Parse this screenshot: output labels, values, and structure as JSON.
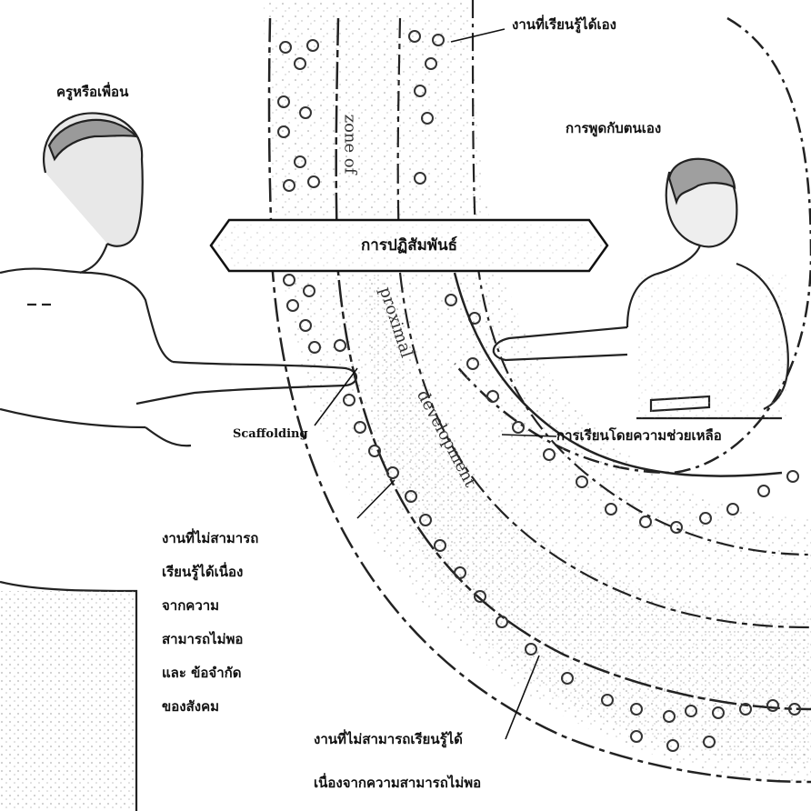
{
  "labels": {
    "teacher_or_peer": "ครูหรือเพื่อน",
    "independent_tasks": "งานที่เรียนรู้ได้เอง",
    "self_talk": "การพูดกับตนเอง",
    "interaction": "การปฏิสัมพันธ์",
    "scaffolding": "Scaffolding",
    "assisted_learning": "การเรียนโดยความช่วยเหลือ",
    "cannot_learn_lines": [
      "งานที่ไม่สามารถ",
      "เรียนรู้ได้เนื่อง",
      "จากความ",
      "สามารถไม่พอ",
      "และ ข้อจำกัด",
      "ของสังคม"
    ],
    "cannot_learn_ability_line1": "งานที่ไม่สามารถเรียนรู้ได้",
    "cannot_learn_ability_line2": "เนื่องจากความสามารถไม่พอ"
  },
  "band_text": {
    "zone_of": "zone of",
    "proximal": "proximal",
    "development": "development"
  }
}
